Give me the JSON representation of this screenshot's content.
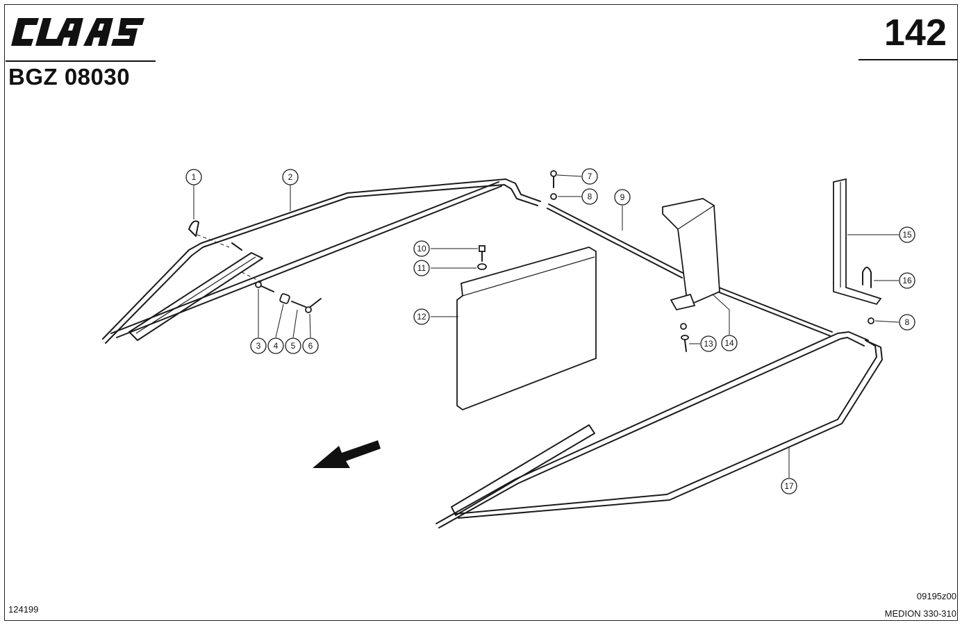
{
  "header": {
    "brand": "CLAAS",
    "doc_code": "BGZ 08030",
    "page_number": "142"
  },
  "footer": {
    "left_code": "124199",
    "drawing_ref": "09195z00",
    "model": "MEDION 330-310"
  },
  "callouts": [
    {
      "id": "c1",
      "label": "1"
    },
    {
      "id": "c2",
      "label": "2"
    },
    {
      "id": "c3",
      "label": "3"
    },
    {
      "id": "c4",
      "label": "4"
    },
    {
      "id": "c5",
      "label": "5"
    },
    {
      "id": "c6",
      "label": "6"
    },
    {
      "id": "c7",
      "label": "7"
    },
    {
      "id": "c8a",
      "label": "8"
    },
    {
      "id": "c9",
      "label": "9"
    },
    {
      "id": "c10",
      "label": "10"
    },
    {
      "id": "c11",
      "label": "11"
    },
    {
      "id": "c12",
      "label": "12"
    },
    {
      "id": "c13",
      "label": "13"
    },
    {
      "id": "c14",
      "label": "14"
    },
    {
      "id": "c15",
      "label": "15"
    },
    {
      "id": "c16",
      "label": "16"
    },
    {
      "id": "c8b",
      "label": "8"
    },
    {
      "id": "c17",
      "label": "17"
    }
  ],
  "colors": {
    "ink": "#1a1a1a",
    "paper": "#ffffff"
  },
  "icons": {
    "direction": "travel-direction-arrow-icon",
    "logo": "claas-logo-icon"
  }
}
